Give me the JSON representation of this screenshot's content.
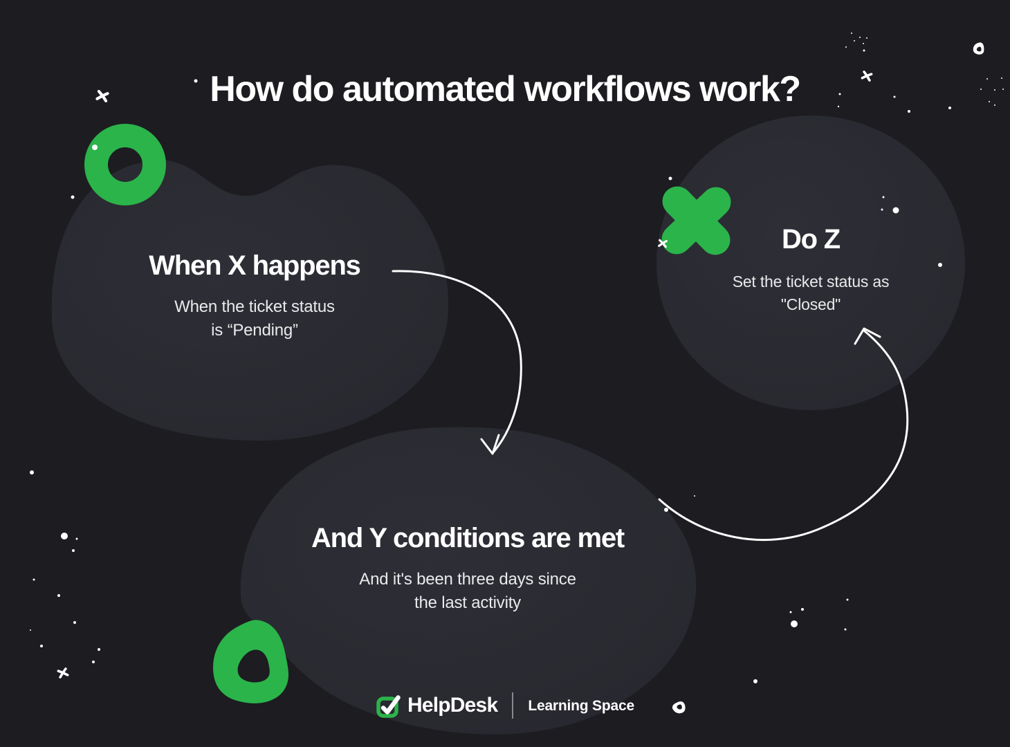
{
  "title": "How do automated workflows work?",
  "steps": [
    {
      "id": "trigger",
      "heading": "When X happens",
      "subtext": "When the ticket status\nis “Pending”"
    },
    {
      "id": "condition",
      "heading": "And Y conditions are met",
      "subtext": "And it's been three days since\nthe last activity"
    },
    {
      "id": "action",
      "heading": "Do Z",
      "subtext": "Set the ticket status as \"Closed\""
    }
  ],
  "footer": {
    "brand": "HelpDesk",
    "tagline": "Learning Space"
  },
  "colors": {
    "background": "#1C1C21",
    "blob_fill": "#2B2B32",
    "accent_green": "#2BB44A",
    "text_primary": "#FFFFFF",
    "text_secondary": "#E9EAEC",
    "star_white": "#FFFFFF"
  },
  "decor": {
    "dots": [
      [
        137,
        213,
        4
      ],
      [
        105,
        285,
        2.5
      ],
      [
        283,
        117,
        2.5
      ],
      [
        46,
        683,
        3
      ],
      [
        93,
        775,
        5
      ],
      [
        111,
        779,
        1.5
      ],
      [
        106,
        796,
        2
      ],
      [
        49,
        838,
        1.5
      ],
      [
        85,
        861,
        2
      ],
      [
        108,
        900,
        2
      ],
      [
        44,
        911,
        1
      ],
      [
        60,
        934,
        2
      ],
      [
        143,
        939,
        2
      ],
      [
        135,
        957,
        2
      ],
      [
        1231,
        48,
        1
      ],
      [
        1243,
        54,
        1
      ],
      [
        1253,
        55,
        1
      ],
      [
        1235,
        59,
        1
      ],
      [
        1248,
        63,
        1
      ],
      [
        1223,
        68,
        1
      ],
      [
        1249,
        73,
        1.5
      ],
      [
        1214,
        136,
        1.5
      ],
      [
        1212,
        154,
        1.2
      ],
      [
        1293,
        140,
        1.5
      ],
      [
        1314,
        161,
        2
      ],
      [
        1373,
        156,
        2
      ],
      [
        1448,
        113,
        1
      ],
      [
        1427,
        114,
        1
      ],
      [
        1418,
        129,
        1
      ],
      [
        1438,
        130,
        1
      ],
      [
        1450,
        129,
        1
      ],
      [
        1430,
        147,
        1
      ],
      [
        1438,
        152,
        1
      ],
      [
        969,
        258,
        2.5
      ],
      [
        1295,
        304,
        4.5
      ],
      [
        1277,
        285,
        1.5
      ],
      [
        1275,
        303,
        1.5
      ],
      [
        1359,
        383,
        3
      ],
      [
        963,
        737,
        3
      ],
      [
        1004,
        717,
        1
      ],
      [
        1225,
        867,
        1.5
      ],
      [
        1143,
        885,
        1.5
      ],
      [
        1160,
        881,
        2
      ],
      [
        1148,
        902,
        5
      ],
      [
        1222,
        910,
        1.5
      ],
      [
        1092,
        985,
        3
      ]
    ],
    "x_sparkles": [
      [
        148,
        139,
        18,
        1.0
      ],
      [
        91,
        973,
        -12,
        0.85
      ],
      [
        1253,
        110,
        22,
        0.85
      ],
      [
        958,
        352,
        12,
        0.75
      ]
    ],
    "triangle_sparkles": [
      [
        1416,
        70,
        0.16,
        12
      ],
      [
        981,
        1022,
        0.17,
        -100
      ]
    ]
  }
}
